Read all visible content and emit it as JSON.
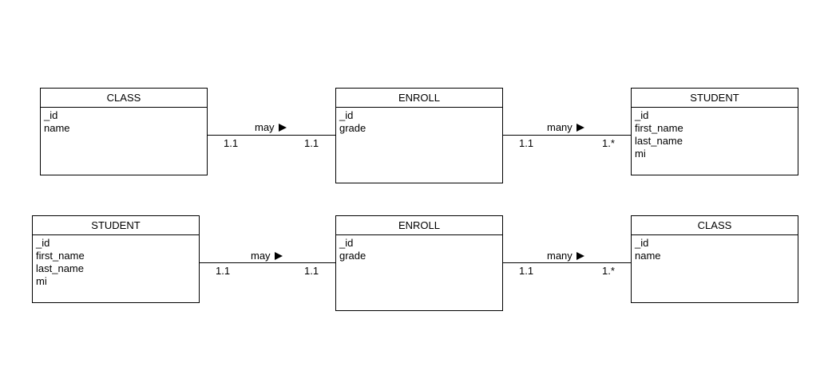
{
  "row1": {
    "left_entity": {
      "name": "CLASS",
      "attributes": [
        "_id",
        "name"
      ]
    },
    "middle_entity": {
      "name": "ENROLL",
      "attributes": [
        "_id",
        "grade"
      ]
    },
    "right_entity": {
      "name": "STUDENT",
      "attributes": [
        "_id",
        "first_name",
        "last_name",
        "mi"
      ]
    },
    "left_relationship": {
      "label": "may",
      "source_multiplicity": "1.1",
      "target_multiplicity": "1.1"
    },
    "right_relationship": {
      "label": "many",
      "source_multiplicity": "1.1",
      "target_multiplicity": "1.*"
    }
  },
  "row2": {
    "left_entity": {
      "name": "STUDENT",
      "attributes": [
        "_id",
        "first_name",
        "last_name",
        "mi"
      ]
    },
    "middle_entity": {
      "name": "ENROLL",
      "attributes": [
        "_id",
        "grade"
      ]
    },
    "right_entity": {
      "name": "CLASS",
      "attributes": [
        "_id",
        "name"
      ]
    },
    "left_relationship": {
      "label": "may",
      "source_multiplicity": "1.1",
      "target_multiplicity": "1.1"
    },
    "right_relationship": {
      "label": "many",
      "source_multiplicity": "1.1",
      "target_multiplicity": "1.*"
    }
  }
}
